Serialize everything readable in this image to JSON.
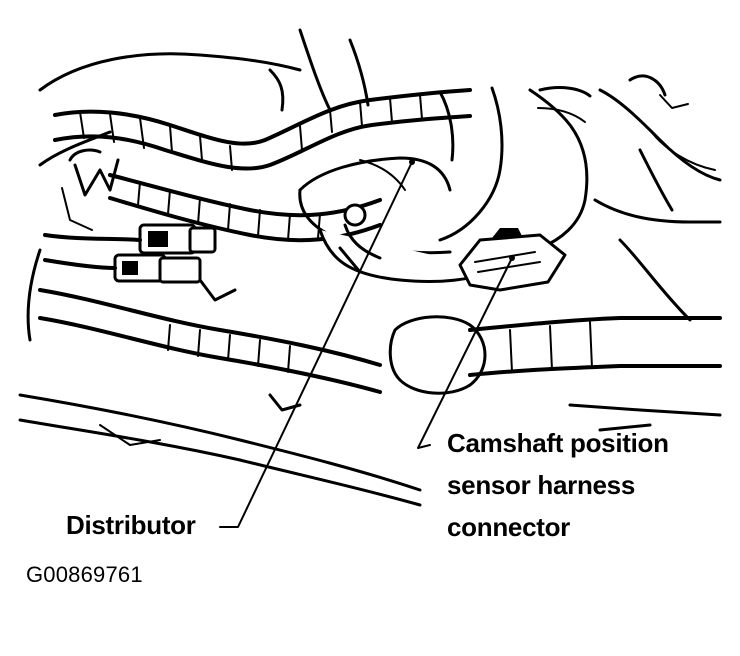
{
  "labels": {
    "camshaft_lines": [
      "Camshaft position",
      "sensor harness",
      "connector"
    ],
    "distributor": "Distributor",
    "figure_code": "G00869761"
  }
}
